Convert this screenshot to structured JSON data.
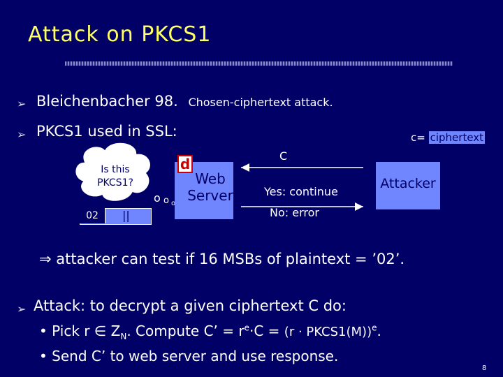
{
  "slide": {
    "title": "Attack on PKCS1",
    "page_number": "8"
  },
  "bullets": {
    "b1_main": "Bleichenbacher 98.",
    "b1_sub": "Chosen-ciphertext attack.",
    "b2": "PKCS1 used in SSL:",
    "b3": "Attack:  to decrypt a given ciphertext C do:"
  },
  "diagram": {
    "cloud_text_line1": "Is this",
    "cloud_text_line2": "PKCS1?",
    "bar_prefix": "02",
    "bar_sep": "||",
    "d_label": "d",
    "web_server_line1": "Web",
    "web_server_line2": "Server",
    "arrow_c_label": "C",
    "response_yes": "Yes: continue",
    "response_no": "No: error",
    "attacker_label": "Attacker",
    "c_eq_prefix": "c=",
    "c_eq_value": "ciphertext"
  },
  "implication": "⇒ attacker can test if 16 MSBs of plaintext = ’02’.",
  "sub_bullets": {
    "pick_prefix": "•  Pick  r ∈ Z",
    "pick_sub": "N",
    "pick_mid": ".    Compute  C’ = r",
    "pick_exp": "e",
    "pick_mid2": "·C   =",
    "pick_paren_expr": "(r · PKCS1(M))",
    "pick_paren_exp": "e",
    "pick_end": ".",
    "send": "•  Send  C’  to web server and use response."
  },
  "colors": {
    "background": "#000066",
    "title": "#ffff66",
    "box_fill": "#6f86ff",
    "d_border": "#cc0000"
  }
}
